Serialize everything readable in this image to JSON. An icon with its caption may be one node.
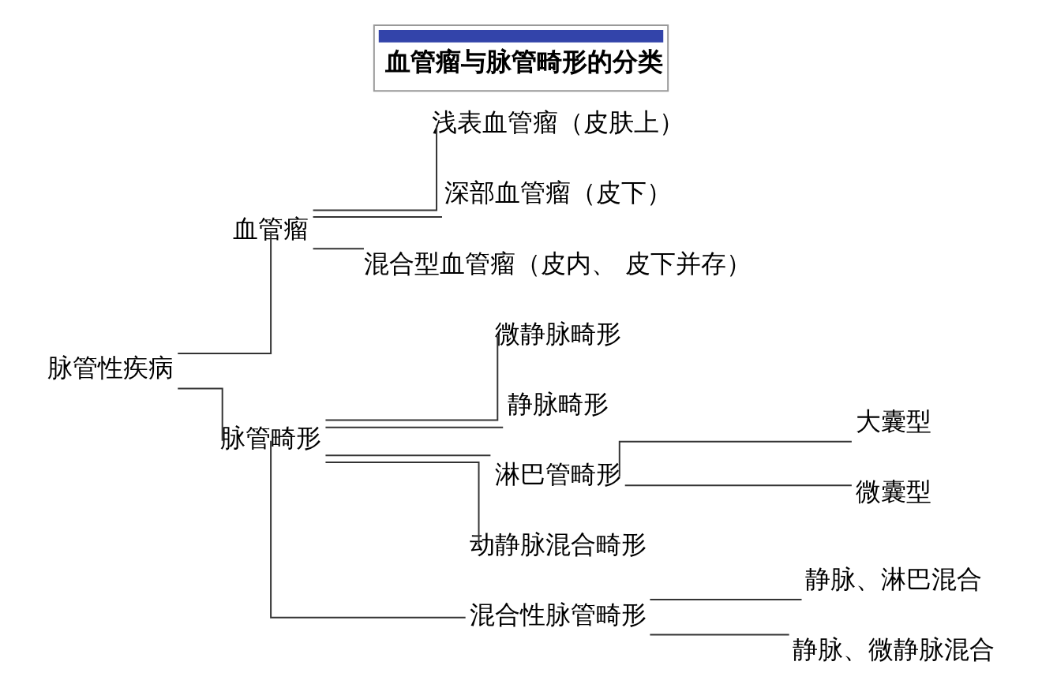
{
  "diagram": {
    "title": "血管瘤与脉管畸形的分类",
    "nodes": [
      {
        "text": [
          "脉管性疾病"
        ]
      },
      {
        "text": [
          "血管瘤"
        ]
      },
      {
        "text": [
          "浅表血管瘤（皮肤上）"
        ]
      },
      {
        "text": [
          "深部血管瘤（皮下）"
        ]
      },
      {
        "text": [
          "混合型血管瘤（皮内、 皮下并存）"
        ]
      },
      {
        "text": [
          "脉管畸形"
        ]
      },
      {
        "text": [
          "微静脉畸形"
        ]
      },
      {
        "text": [
          "静脉畸形"
        ]
      },
      {
        "text": [
          "淋巴管畸形"
        ]
      },
      {
        "text": [
          "大囊型"
        ]
      },
      {
        "text": [
          "微囊型"
        ]
      },
      {
        "text": [
          "动静脉混合畸形"
        ]
      },
      {
        "text": [
          "混合性脉管畸形"
        ]
      },
      {
        "text": [
          "静脉、淋巴混合"
        ]
      },
      {
        "text": [
          "静脉、微静脉混合"
        ]
      }
    ],
    "edges": [
      {
        "from": 0,
        "to": 1,
        "arrow": "none"
      },
      {
        "from": 0,
        "to": 5,
        "arrow": "none"
      },
      {
        "from": 1,
        "to": 2,
        "arrow": "none"
      },
      {
        "from": 1,
        "to": 3,
        "arrow": "none"
      },
      {
        "from": 1,
        "to": 4,
        "arrow": "none"
      },
      {
        "from": 5,
        "to": 6,
        "arrow": "none"
      },
      {
        "from": 5,
        "to": 7,
        "arrow": "none"
      },
      {
        "from": 5,
        "to": 8,
        "arrow": "none"
      },
      {
        "from": 5,
        "to": 11,
        "arrow": "none"
      },
      {
        "from": 5,
        "to": 12,
        "arrow": "none"
      },
      {
        "from": 8,
        "to": 9,
        "arrow": "none"
      },
      {
        "from": 8,
        "to": 10,
        "arrow": "none"
      },
      {
        "from": 12,
        "to": 13,
        "arrow": "none"
      },
      {
        "from": 12,
        "to": 14,
        "arrow": "none"
      }
    ]
  }
}
